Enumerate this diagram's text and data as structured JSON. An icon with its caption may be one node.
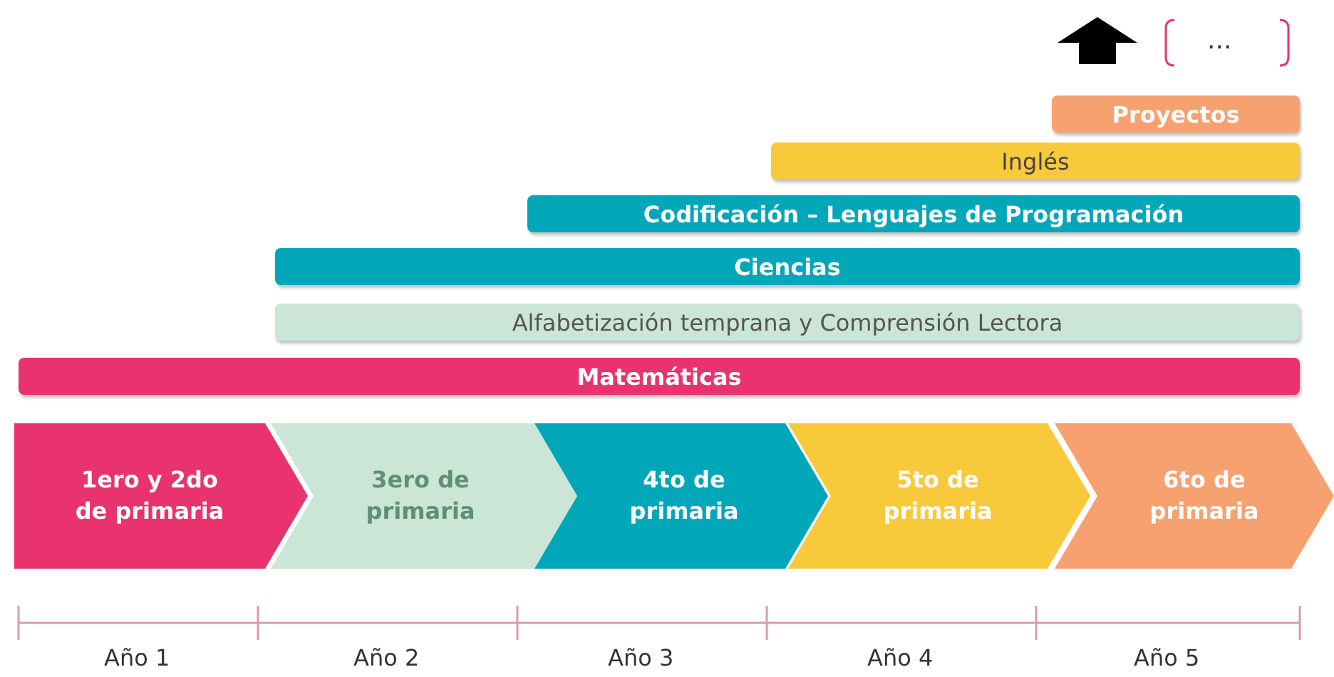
{
  "diagram": {
    "nodes": [
      {
        "text": [
          "Proyectos"
        ]
      },
      {
        "text": [
          "Inglés"
        ]
      },
      {
        "text": [
          "Codificación – Lenguajes de Programación"
        ]
      },
      {
        "text": [
          "Ciencias"
        ]
      },
      {
        "text": [
          "Alfabetización temprana y Comprensión Lectora"
        ]
      },
      {
        "text": [
          "Matemáticas"
        ]
      },
      {
        "text": [
          "1ero y 2do de primaria"
        ]
      },
      {
        "text": [
          "3ero de primaria"
        ]
      },
      {
        "text": [
          "4to de primaria"
        ]
      },
      {
        "text": [
          "5to de primaria"
        ]
      },
      {
        "text": [
          "6to de primaria"
        ]
      }
    ],
    "labels": [
      "...",
      "Año 1",
      "Año 2",
      "Año 3",
      "Año 4",
      "Año 5"
    ]
  }
}
